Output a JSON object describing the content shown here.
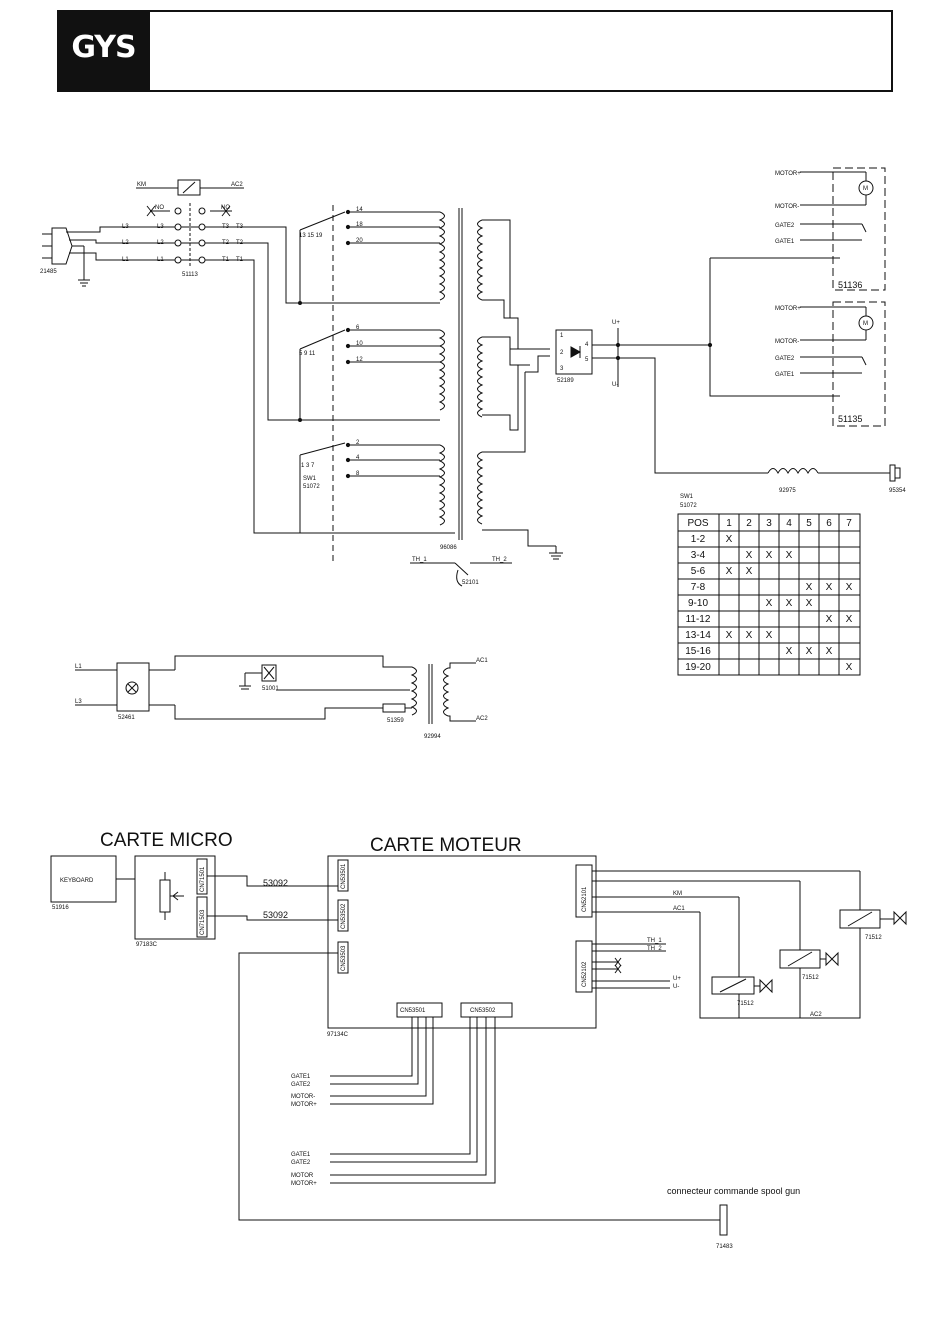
{
  "header": {
    "logo_text": "GYS"
  },
  "power": {
    "plug_ref": "21485",
    "contactor": {
      "coil_left": "KM",
      "coil_right": "AC2",
      "no_left": "NO",
      "no_right": "NO",
      "l3": "L3",
      "l2": "L2",
      "l1": "L1",
      "t3": "T3",
      "t2": "T2",
      "t1": "T1",
      "ref": "51113"
    },
    "sw_top_nums": "13 15 19",
    "sw_mid_nums": "5 9 11",
    "sw_bot_nums": "1 3 7",
    "sw_label": "SW1",
    "sw_ref": "51072",
    "taps": [
      "14",
      "18",
      "20",
      "6",
      "10",
      "12",
      "2",
      "4",
      "8"
    ],
    "transformer_ref": "96086",
    "rectifier": {
      "pin1": "1",
      "pin2": "2",
      "pin3": "3",
      "pin4": "4",
      "pin5": "5",
      "ref": "52189"
    },
    "u_plus": "U+",
    "u_minus": "U-",
    "choke_ref": "92975",
    "torch_ref": "95354",
    "thermal": {
      "th1": "TH_1",
      "th2": "TH_2",
      "ref": "52101"
    },
    "motor_top": {
      "motor_plus": "MOTOR+",
      "motor_minus": "MOTOR-",
      "gate2": "GATE2",
      "gate1": "GATE1",
      "ref": "51136",
      "m": "M"
    },
    "motor_bot": {
      "motor_plus": "MOTOR+",
      "motor_minus": "MOTOR-",
      "gate2": "GATE2",
      "gate1": "GATE1",
      "ref": "51135",
      "m": "M"
    }
  },
  "switch_table": {
    "title": "SW1",
    "subtitle": "51072",
    "columns": [
      "POS",
      "1",
      "2",
      "3",
      "4",
      "5",
      "6",
      "7"
    ],
    "rows": [
      [
        "1-2",
        "X",
        "",
        "",
        "",
        "",
        "",
        ""
      ],
      [
        "3-4",
        "",
        "X",
        "X",
        "X",
        "",
        "",
        ""
      ],
      [
        "5-6",
        "X",
        "X",
        "",
        "",
        "",
        "",
        ""
      ],
      [
        "7-8",
        "",
        "",
        "",
        "",
        "X",
        "X",
        "X"
      ],
      [
        "9-10",
        "",
        "",
        "X",
        "X",
        "X",
        "",
        ""
      ],
      [
        "11-12",
        "",
        "",
        "",
        "",
        "",
        "X",
        "X"
      ],
      [
        "13-14",
        "X",
        "X",
        "X",
        "",
        "",
        "",
        ""
      ],
      [
        "15-16",
        "",
        "",
        "",
        "X",
        "X",
        "X",
        ""
      ],
      [
        "19-20",
        "",
        "",
        "",
        "",
        "",
        "",
        "X"
      ]
    ]
  },
  "aux": {
    "l1": "L1",
    "l3": "L3",
    "switch_ref": "52461",
    "fan_ref": "51001",
    "fuse_ref": "51359",
    "ac1": "AC1",
    "ac2": "AC2",
    "transformer_ref": "92994"
  },
  "control": {
    "carte_micro": "CARTE  MICRO",
    "carte_moteur": "CARTE  MOTEUR",
    "keyboard": "KEYBOARD",
    "keyboard_ref": "51916",
    "micro_ref": "97183C",
    "cn_micro_1": "CN71501",
    "cn_micro_2": "CN71503",
    "cable_1": "53092",
    "cable_2": "53092",
    "cn_mot_left_1": "CN53501",
    "cn_mot_left_2": "CN53502",
    "cn_mot_left_3": "CN53503",
    "cn_mot_right_1": "CN52101",
    "cn_mot_right_2": "CN52102",
    "cn_mot_bottom_1": "CN53501",
    "cn_mot_bottom_2": "CN53502",
    "moteur_ref": "97134C",
    "km": "KM",
    "ac1": "AC1",
    "ac2": "AC2",
    "th1": "TH_1",
    "th2": "TH_2",
    "u_plus": "U+",
    "u_minus": "U-",
    "valve_ref_1": "71512",
    "valve_ref_2": "71512",
    "valve_ref_3": "71512",
    "group1": [
      "GATE1",
      "GATE2",
      "MOTOR-",
      "MOTOR+"
    ],
    "group2": [
      "GATE1",
      "GATE2",
      "MOTOR",
      "MOTOR+"
    ],
    "spool_label": "connecteur  commande  spool  gun",
    "spool_ref": "71483"
  }
}
